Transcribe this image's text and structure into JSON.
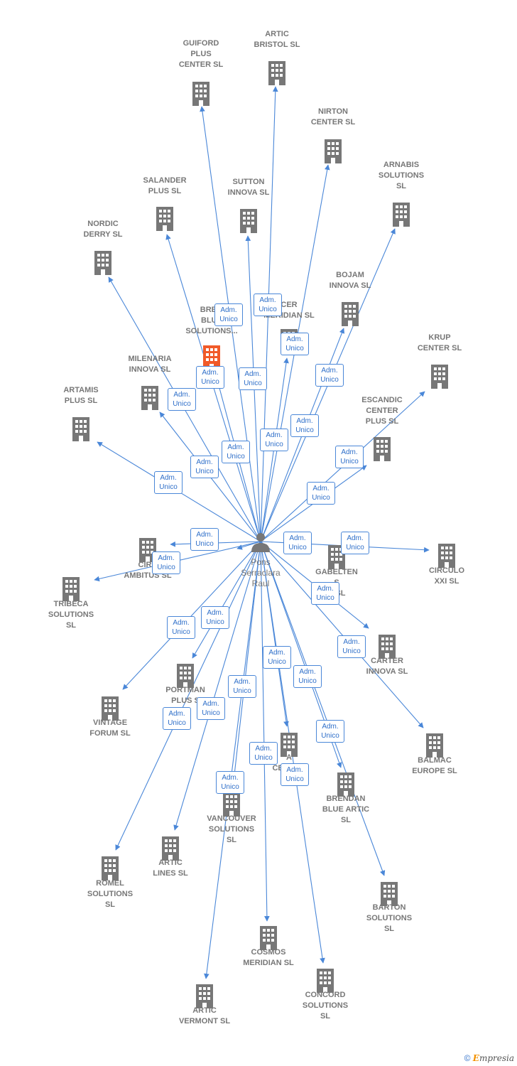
{
  "person": {
    "id": "pons",
    "lines": [
      "Pons",
      "Serraclara",
      "Raul"
    ]
  },
  "edge_label": [
    "Adm.",
    "Unico"
  ],
  "footer": {
    "copyright": "©",
    "brand_first": "E",
    "brand_rest": "mpresia"
  },
  "colors": {
    "edge": "#4a87d8",
    "building": "#777777",
    "highlight": "#f15a29",
    "text": "#777777"
  },
  "nodes": [
    {
      "id": "guiford",
      "lines": [
        "GUIFORD",
        "PLUS",
        "CENTER SL"
      ]
    },
    {
      "id": "artic-bristol",
      "lines": [
        "ARTIC",
        "BRISTOL  SL"
      ]
    },
    {
      "id": "nirton",
      "lines": [
        "NIRTON",
        "CENTER SL"
      ]
    },
    {
      "id": "arnabis",
      "lines": [
        "ARNABIS",
        "SOLUTIONS",
        "SL"
      ]
    },
    {
      "id": "salander",
      "lines": [
        "SALANDER",
        "PLUS SL"
      ]
    },
    {
      "id": "sutton",
      "lines": [
        "SUTTON",
        "INNOVA SL"
      ]
    },
    {
      "id": "nordic",
      "lines": [
        "NORDIC",
        "DERRY  SL"
      ]
    },
    {
      "id": "bremen",
      "lines": [
        "BREM",
        "BLUE",
        "SOLUTIONS..."
      ],
      "highlight": true
    },
    {
      "id": "bojam",
      "lines": [
        "BOJAM",
        "INNOVA  SL"
      ]
    },
    {
      "id": "cer-meridian",
      "lines": [
        "CER",
        "MERIDIAN  SL"
      ]
    },
    {
      "id": "krup",
      "lines": [
        "KRUP",
        "CENTER SL"
      ]
    },
    {
      "id": "milenaria",
      "lines": [
        "MILENARIA",
        "INNOVA SL"
      ]
    },
    {
      "id": "artamis",
      "lines": [
        "ARTAMIS",
        "PLUS SL"
      ]
    },
    {
      "id": "escandic",
      "lines": [
        "ESCANDIC",
        "CENTER",
        "PLUS SL"
      ]
    },
    {
      "id": "circ-ambitus",
      "lines": [
        "CIRC",
        "AMBITUS SL"
      ]
    },
    {
      "id": "gabelten",
      "lines": [
        "GABELTEN",
        "S",
        "R SL"
      ]
    },
    {
      "id": "circulo",
      "lines": [
        "CIRCULO",
        "XXI SL"
      ]
    },
    {
      "id": "tribeca",
      "lines": [
        "TRIBECA",
        "SOLUTIONS",
        "SL"
      ]
    },
    {
      "id": "carter",
      "lines": [
        "CARTER",
        "INNOVA SL"
      ]
    },
    {
      "id": "portman",
      "lines": [
        "PORTMAN",
        "PLUS S"
      ]
    },
    {
      "id": "vintage",
      "lines": [
        "VINTAGE",
        "FORUM SL"
      ]
    },
    {
      "id": "balmac",
      "lines": [
        "BALMAC",
        "EUROPE SL"
      ]
    },
    {
      "id": "a-center",
      "lines": [
        "A",
        "CENT    SL"
      ]
    },
    {
      "id": "brendan",
      "lines": [
        "BRENDAN",
        "BLUE ARTIC",
        "SL"
      ]
    },
    {
      "id": "vancouver",
      "lines": [
        "VANCOUVER",
        "SOLUTIONS",
        "SL"
      ]
    },
    {
      "id": "artic-lines",
      "lines": [
        "ARTIC",
        "LINES SL"
      ]
    },
    {
      "id": "romel",
      "lines": [
        "ROMEL",
        "SOLUTIONS",
        "SL"
      ]
    },
    {
      "id": "barton",
      "lines": [
        "BARTON",
        "SOLUTIONS",
        "SL"
      ]
    },
    {
      "id": "cosmos",
      "lines": [
        "COSMOS",
        "MERIDIAN  SL"
      ]
    },
    {
      "id": "concord",
      "lines": [
        "CONCORD",
        "SOLUTIONS",
        "SL"
      ]
    },
    {
      "id": "artic-vermont",
      "lines": [
        "ARTIC",
        "VERMONT  SL"
      ]
    }
  ]
}
